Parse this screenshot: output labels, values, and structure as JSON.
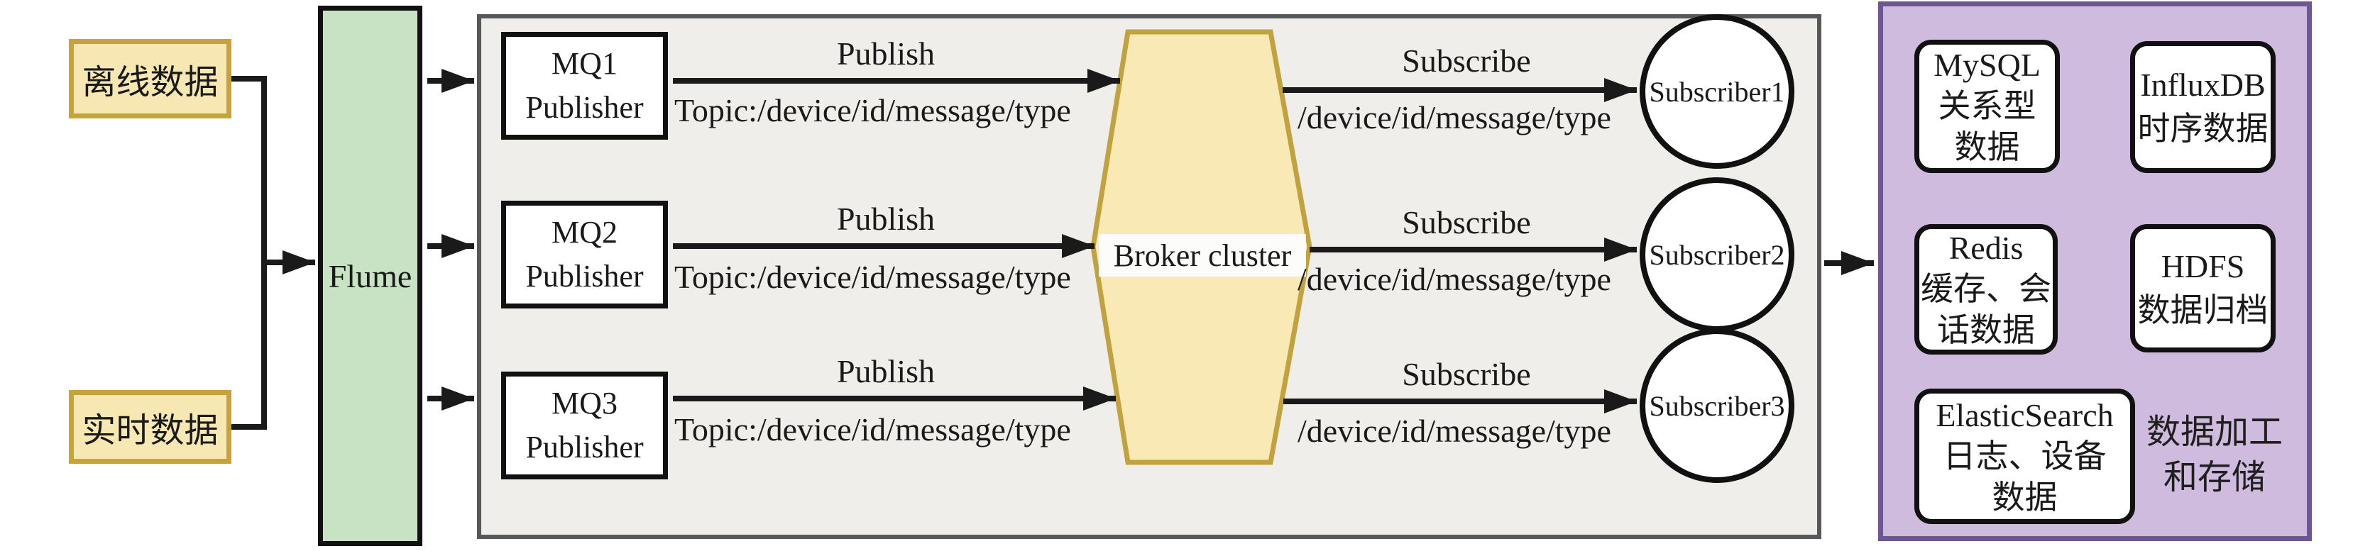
{
  "colors": {
    "source_fill": "#F7E7B2",
    "source_border": "#C8A33C",
    "flume_fill": "#C8E3C3",
    "panel_fill": "#EFEEEB",
    "panel_border": "#57585A",
    "broker_fill": "#F8E9B5",
    "broker_border": "#C2A23E",
    "storage_fill": "#CEBBDD",
    "storage_border": "#6E5695",
    "node_border": "#111111",
    "line": "#1A1A1A"
  },
  "sources": {
    "offline": "离线数据",
    "realtime": "实时数据"
  },
  "flume": {
    "label": "Flume"
  },
  "broker": {
    "label": "Broker cluster"
  },
  "rows": [
    {
      "publisher_line1": "MQ1",
      "publisher_line2": "Publisher",
      "publish": "Publish",
      "publish_topic": "Topic:/device/id/message/type",
      "subscribe": "Subscribe",
      "subscribe_topic": "/device/id/message/type",
      "subscriber": "Subscriber1"
    },
    {
      "publisher_line1": "MQ2",
      "publisher_line2": "Publisher",
      "publish": "Publish",
      "publish_topic": "Topic:/device/id/message/type",
      "subscribe": "Subscribe",
      "subscribe_topic": "/device/id/message/type",
      "subscriber": "Subscriber2"
    },
    {
      "publisher_line1": "MQ3",
      "publisher_line2": "Publisher",
      "publish": "Publish",
      "publish_topic": "Topic:/device/id/message/type",
      "subscribe": "Subscribe",
      "subscribe_topic": "/device/id/message/type",
      "subscriber": "Subscriber3"
    }
  ],
  "storage": {
    "caption_line1": "数据加工",
    "caption_line2": "和存储",
    "items": [
      {
        "line1": "MySQL",
        "line2": "关系型",
        "line3": "数据"
      },
      {
        "line1": "InfluxDB",
        "line2": "时序数据"
      },
      {
        "line1": "Redis",
        "line2": "缓存、会",
        "line3": "话数据"
      },
      {
        "line1": "HDFS",
        "line2": "数据归档"
      },
      {
        "line1": "ElasticSearch",
        "line2": "日志、设备",
        "line3": "数据"
      }
    ]
  }
}
